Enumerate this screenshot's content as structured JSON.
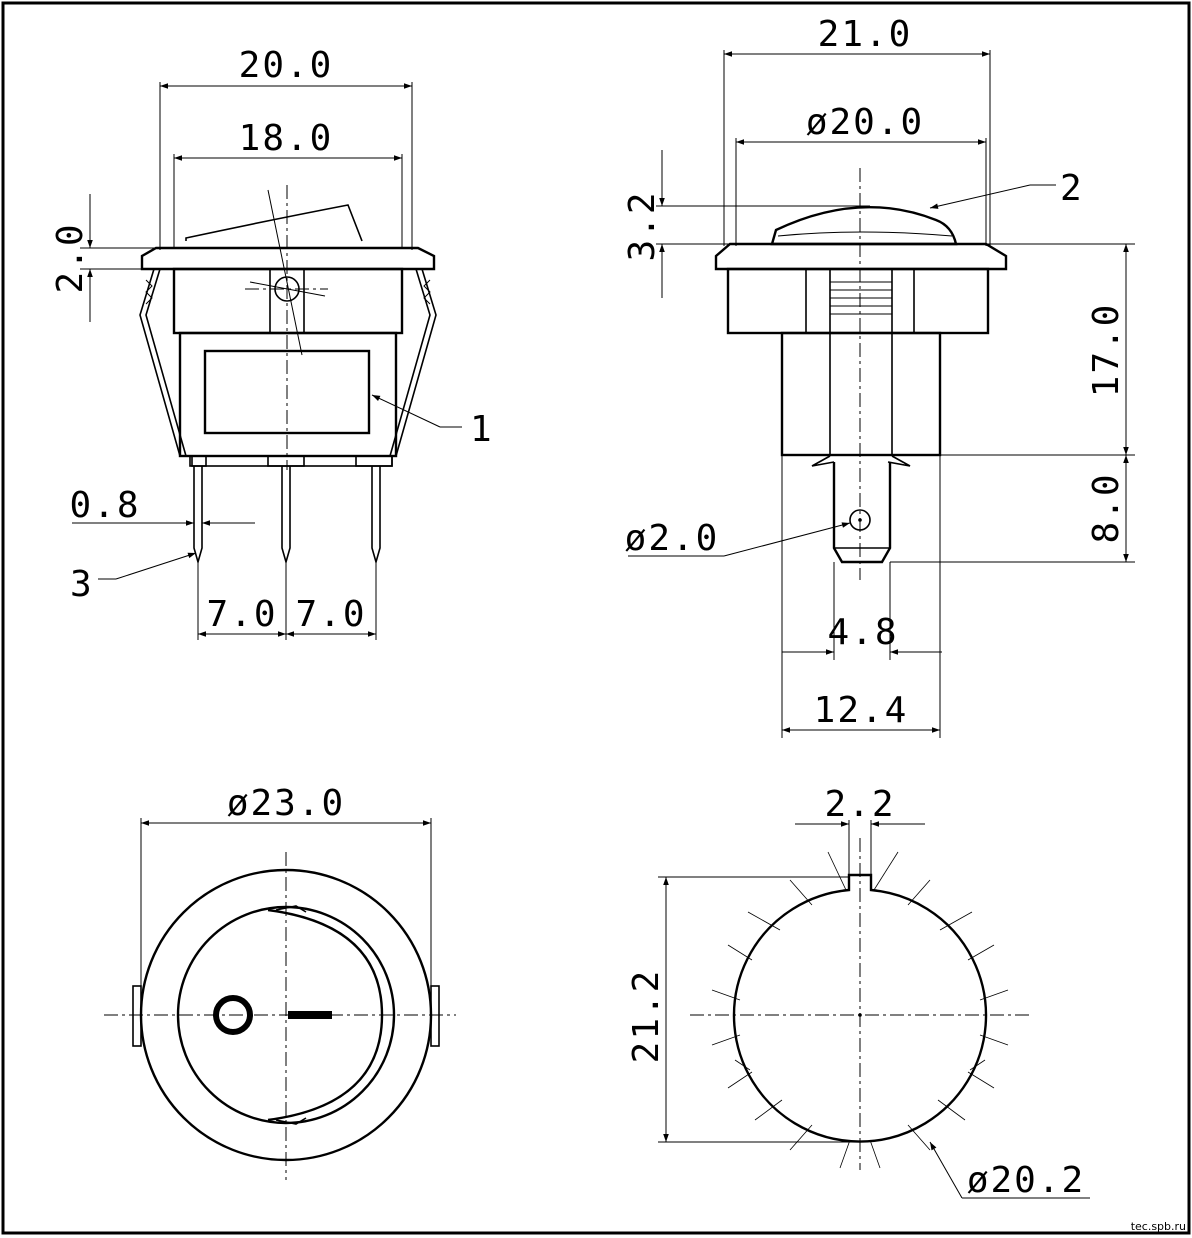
{
  "dimensions": {
    "front_width_outer": "20.0",
    "front_width_inner": "18.0",
    "front_flange_height": "2.0",
    "pin_width": "0.8",
    "pin_pitch_left": "7.0",
    "pin_pitch_right": "7.0",
    "side_width": "21.0",
    "button_diameter": "ø20.0",
    "button_height": "3.2",
    "body_height": "17.0",
    "pin_length": "8.0",
    "pin_hole_diameter": "ø2.0",
    "pin_tab_width": "4.8",
    "body_depth": "12.4",
    "bezel_diameter": "ø23.0",
    "key_width": "2.2",
    "panel_cutout_height": "21.2",
    "panel_cutout_diameter": "ø20.2"
  },
  "callouts": {
    "lamp_window": "1",
    "button_cap": "2",
    "terminal": "3"
  },
  "watermark": "tec.spb.ru"
}
